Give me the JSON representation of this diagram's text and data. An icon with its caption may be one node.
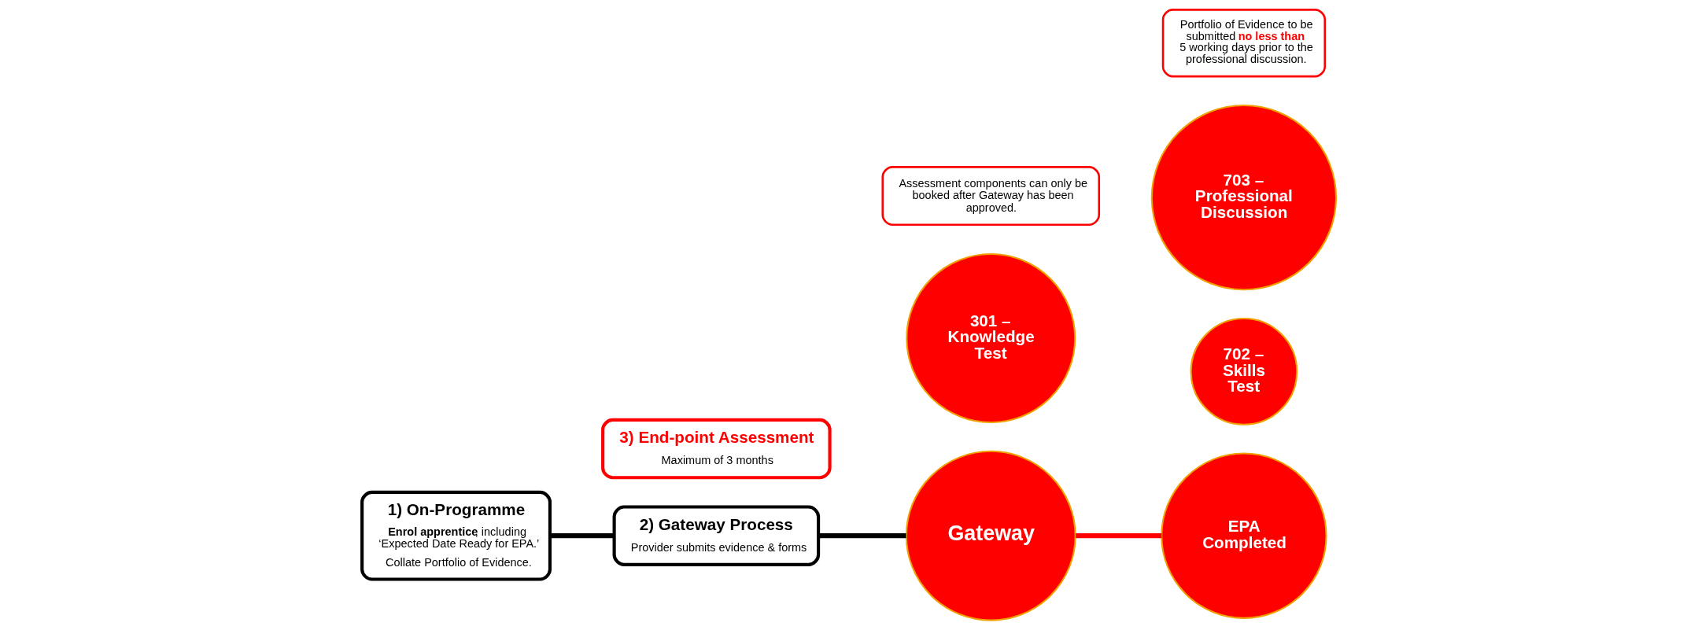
{
  "diagram": {
    "nodes": [
      {
        "text": [
          "1) On-Programme",
          "**Enrol apprentice**, including ‘Expected Date Ready for EPA.’",
          "Collate Portfolio of Evidence."
        ]
      },
      {
        "text": [
          "2) Gateway Process",
          "Provider submits evidence & forms"
        ]
      },
      {
        "text": [
          "Gateway"
        ]
      },
      {
        "text": [
          "EPA Completed"
        ]
      },
      {
        "text": [
          "301 – Knowledge Test"
        ]
      },
      {
        "text": [
          "702 – Skills Test"
        ]
      },
      {
        "text": [
          "703 – Professional Discussion"
        ]
      },
      {
        "text": [
          "3) End-point Assessment",
          "Maximum of 3 months"
        ]
      },
      {
        "text": [
          "Assessment components can only be booked after Gateway has been approved."
        ]
      },
      {
        "text": [
          "Portfolio of Evidence to be submitted **no less than** 5 working days prior to the professional discussion."
        ]
      }
    ],
    "edges": [
      {
        "from": 0,
        "to": 1,
        "arrow": "none"
      },
      {
        "from": 1,
        "to": 2,
        "arrow": "none"
      },
      {
        "from": 2,
        "to": 3,
        "arrow": "none",
        "color": "#ff0000"
      }
    ]
  }
}
